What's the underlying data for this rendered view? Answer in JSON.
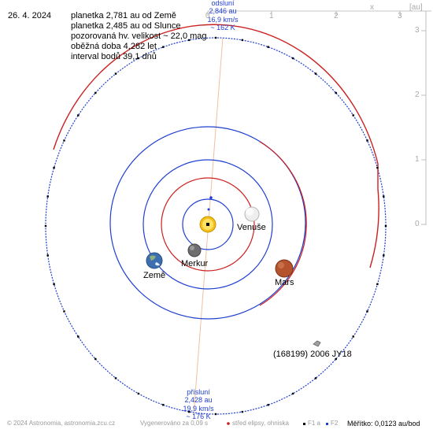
{
  "header": {
    "date": "26. 4. 2024",
    "lines": [
      "planetka 2,781 au od Země",
      "planetka 2,485 au od Slunce",
      "pozorovaná hv. velikost ~ 22,0 mag",
      "oběžná doba 4,282 let",
      "interval bodů 39,1 dnů"
    ]
  },
  "aphelion": {
    "title": "odsluní",
    "distance": "2,846 au",
    "speed": "16,9 km/s",
    "temperature": "~ 162 K"
  },
  "perihelion": {
    "title": "přísluní",
    "distance": "2,428 au",
    "speed": "19,9 km/s",
    "temperature": "~ 176 K"
  },
  "bodies": {
    "venus": "Venuše",
    "earth": "Země",
    "mercury": "Merkur",
    "mars": "Mars",
    "asteroid": "(168199) 2006 JY18"
  },
  "axes": {
    "x_ticks": [
      "0",
      "1",
      "2",
      "3"
    ],
    "y_ticks": [
      "0",
      "1",
      "2",
      "3"
    ],
    "x_label": "x",
    "unit": "[au]"
  },
  "footer": {
    "copyright": "© 2024 Astronomia, astronomia.zcu.cz",
    "generated": "Vygenerováno za 0,09 s",
    "legend_center": "střed elipsy, ohniska",
    "legend_f1": "F1 a",
    "legend_f2": "F2",
    "scale": "Měřítko: 0,0123 au/bod"
  },
  "colors": {
    "orbit_red": "#cc2020",
    "orbit_blue": "#1f3fd0",
    "line_of_apsides": "#f0c0a0",
    "sun": "#f2c21a",
    "mars": "#b8502a",
    "venus": "#e8e8e8",
    "mercury": "#707070",
    "earth": "#4a78b0"
  }
}
